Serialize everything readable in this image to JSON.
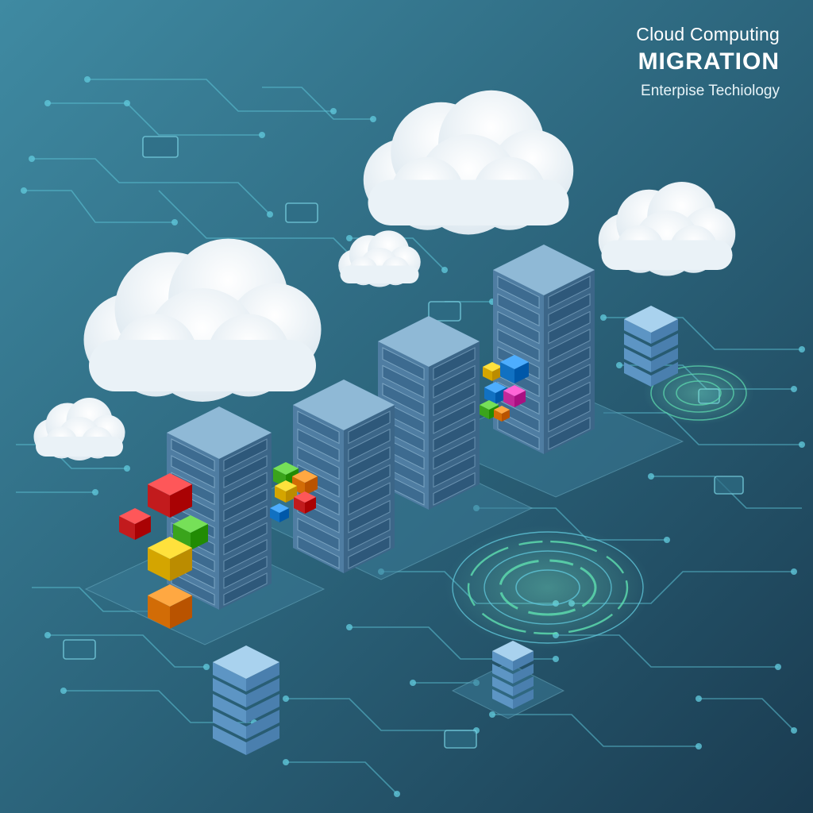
{
  "title": {
    "line1": "Cloud Computing",
    "line2": "MIGRATION",
    "line3": "Enterpise Techiology"
  },
  "palette": {
    "background_light": "#3f8aa2",
    "background_dark": "#1a3b50",
    "circuit": "#5fc6d8",
    "circuit_green": "#5fe0b0",
    "server_top": "#8fb9d6",
    "server_left": "#4f7da2",
    "server_right": "#3c6688",
    "cloud": "#f3f8fb",
    "block_red": "#e0393b",
    "block_green": "#58c23a",
    "block_yellow": "#f2c31e",
    "block_orange": "#f08a24",
    "block_blue": "#2f8fe0",
    "block_magenta": "#e046b8"
  },
  "elements": {
    "clouds": [
      "cloud-icon",
      "cloud-icon",
      "cloud-icon",
      "cloud-icon",
      "cloud-icon"
    ],
    "servers": [
      "server-rack-icon",
      "server-rack-icon",
      "server-rack-icon",
      "server-rack-icon"
    ],
    "databases": [
      "database-stack-icon",
      "database-stack-icon",
      "database-stack-icon"
    ],
    "data_blocks": [
      "data-block-icon"
    ],
    "rings": [
      "circuit-ring-icon"
    ]
  }
}
